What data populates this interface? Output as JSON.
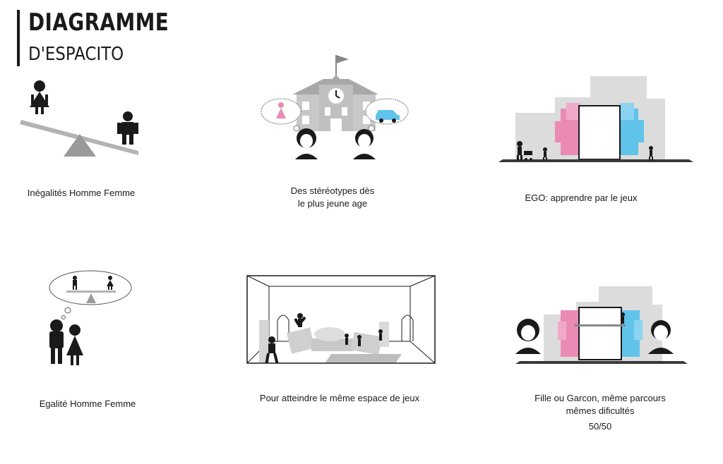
{
  "header": {
    "title_line1": "DIAGRAMME",
    "title_line2": "D'ESPACITO"
  },
  "panels": [
    {
      "caption": "Inégalités Homme Femme"
    },
    {
      "caption": "Des stéréotypes dès\nle plus jeune age"
    },
    {
      "caption": "EGO: apprendre par le jeux"
    },
    {
      "caption": "Egalité Homme Femme"
    },
    {
      "caption": "Pour atteindre le même espace de jeux"
    },
    {
      "caption": "Fille ou Garcon, même parcours\nmêmes dificultés"
    }
  ],
  "ratio_label": "50/50",
  "colors": {
    "pink": "#e98bb4",
    "blue": "#5fc3ea",
    "grey": "#c8c8c8",
    "dark": "#1a1a1a"
  }
}
